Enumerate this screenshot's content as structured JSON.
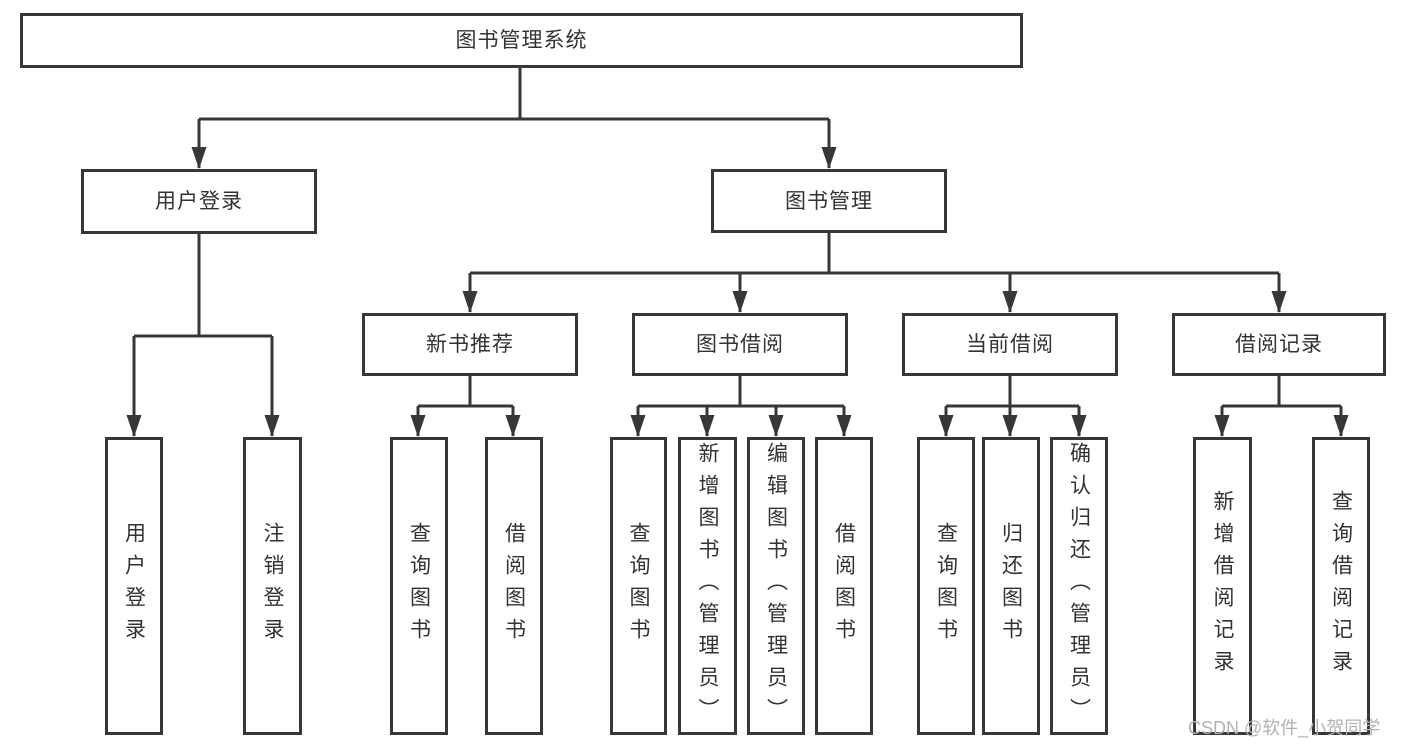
{
  "diagram": {
    "root": {
      "label": "图书管理系统"
    },
    "branches": [
      {
        "label": "用户登录",
        "children": [
          {
            "label": "用户登录"
          },
          {
            "label": "注销登录"
          }
        ]
      },
      {
        "label": "图书管理",
        "children": [
          {
            "label": "新书推荐",
            "children": [
              {
                "label": "查询图书"
              },
              {
                "label": "借阅图书"
              }
            ]
          },
          {
            "label": "图书借阅",
            "children": [
              {
                "label": "查询图书"
              },
              {
                "label": "新增图书（管理员）"
              },
              {
                "label": "编辑图书（管理员）"
              },
              {
                "label": "借阅图书"
              }
            ]
          },
          {
            "label": "当前借阅",
            "children": [
              {
                "label": "查询图书"
              },
              {
                "label": "归还图书"
              },
              {
                "label": "确认归还（管理员）"
              }
            ]
          },
          {
            "label": "借阅记录",
            "children": [
              {
                "label": "新增借阅记录"
              },
              {
                "label": "查询借阅记录"
              }
            ]
          }
        ]
      }
    ]
  },
  "watermark": {
    "text": "CSDN @软件_小贺同学"
  },
  "colors": {
    "line": "#373737",
    "text": "#333333",
    "watermark": "#b2b2b2",
    "background": "#ffffff"
  }
}
